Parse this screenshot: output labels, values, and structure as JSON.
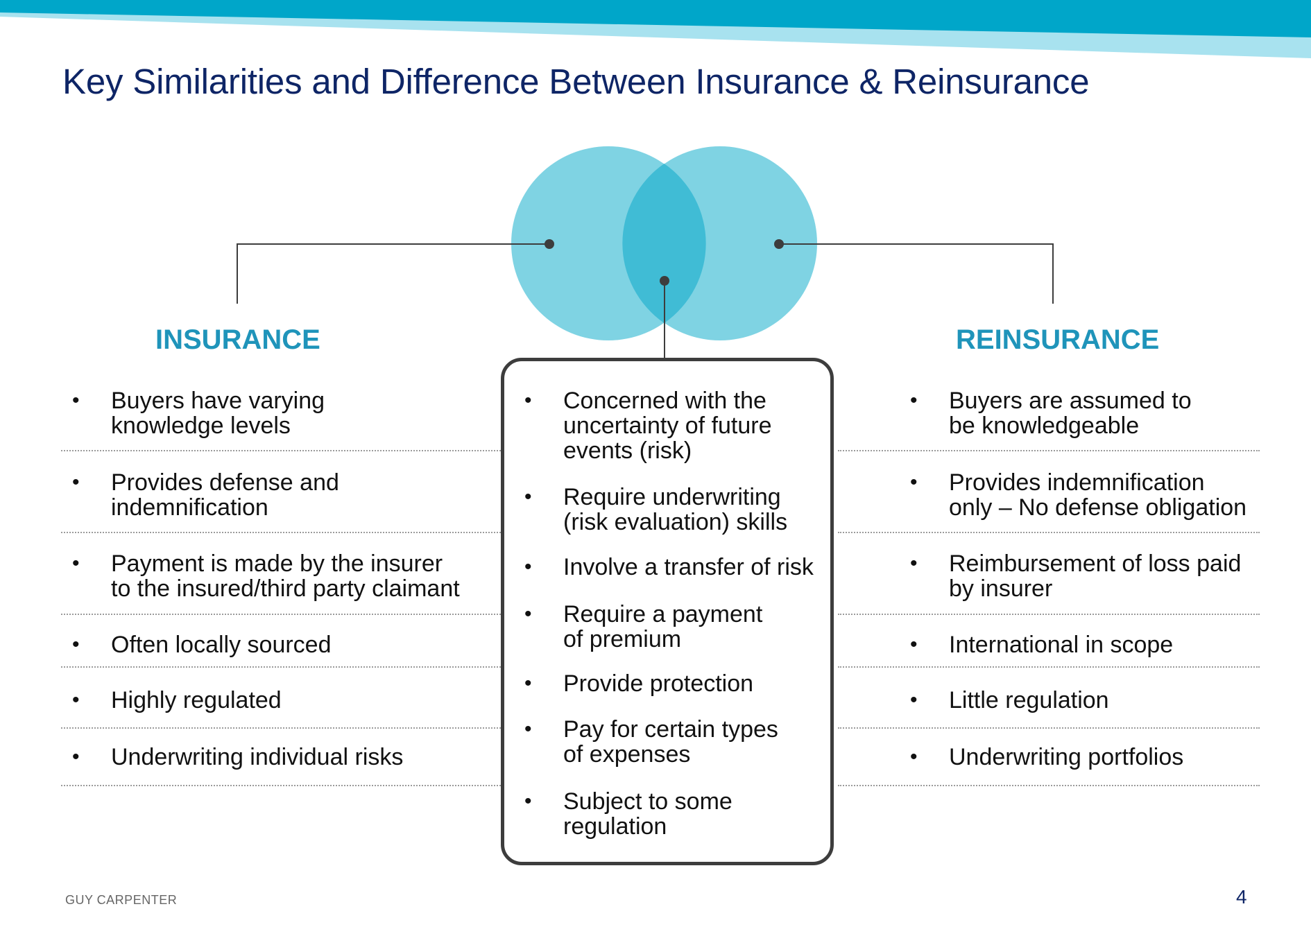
{
  "slide": {
    "title": "Key Similarities and Difference Between Insurance & Reinsurance",
    "footer_brand": "GUY CARPENTER",
    "page_number": "4"
  },
  "colors": {
    "banner_dark": "#00a6c9",
    "banner_light": "#a8e2ef",
    "title_navy": "#0e2566",
    "heading_blue": "#1f94ba",
    "circle_fill": "#7fd3e3",
    "circle_overlap": "#40bcd5",
    "connector": "#3d3d3d"
  },
  "insurance": {
    "heading": "INSURANCE",
    "items": [
      [
        "Buyers have varying",
        "knowledge levels"
      ],
      [
        "Provides defense and",
        "indemnification"
      ],
      [
        "Payment is made by the insurer",
        "to the insured/third party claimant"
      ],
      [
        "Often locally sourced"
      ],
      [
        "Highly regulated"
      ],
      [
        "Underwriting individual risks"
      ]
    ]
  },
  "reinsurance": {
    "heading": "REINSURANCE",
    "items": [
      [
        "Buyers are assumed to",
        "be knowledgeable"
      ],
      [
        "Provides indemnification",
        "only – No defense obligation"
      ],
      [
        "Reimbursement of loss paid",
        "by insurer"
      ],
      [
        "International in scope"
      ],
      [
        "Little regulation"
      ],
      [
        "Underwriting portfolios"
      ]
    ]
  },
  "similarities": {
    "items": [
      [
        "Concerned with the",
        "uncertainty of future",
        "events (risk)"
      ],
      [
        "Require underwriting",
        "(risk evaluation) skills"
      ],
      [
        "Involve a transfer of risk"
      ],
      [
        "Require a payment",
        "of premium"
      ],
      [
        "Provide protection"
      ],
      [
        "Pay for certain types",
        "of expenses"
      ],
      [
        "Subject to some",
        "regulation"
      ]
    ]
  }
}
